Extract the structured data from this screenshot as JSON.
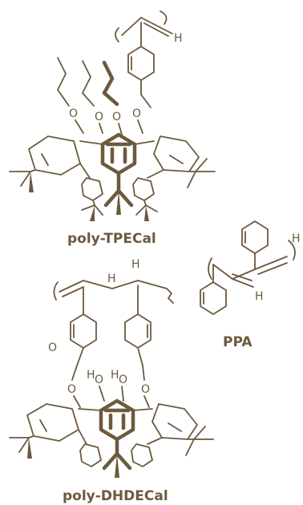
{
  "colors": {
    "ink": "#6b5a3e",
    "background": "#ffffff"
  },
  "labels": {
    "top_molecule": "poly-TPECal",
    "bottom_molecule": "poly-DHDECal",
    "small_molecule": "PPA"
  },
  "atoms": {
    "hydrogen": "H",
    "oxygen": "O"
  }
}
